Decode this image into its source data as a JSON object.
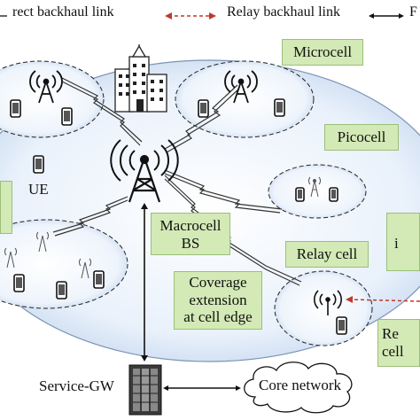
{
  "legend": {
    "direct": "rect backhaul link",
    "relay": "Relay backhaul link",
    "third": "F"
  },
  "callouts": {
    "microcell": "Microcell",
    "picocell": "Picocell",
    "macrocell_line1": "Macrocell",
    "macrocell_line2": "BS",
    "relay_cell": "Relay cell",
    "coverage_line1": "Coverage",
    "coverage_line2": "extension",
    "coverage_line3": "at cell edge",
    "right_partial_1": "i",
    "right_partial_2a": "Re",
    "right_partial_2b": "cell"
  },
  "labels": {
    "ue": "UE",
    "service_gw": "Service-GW",
    "core_network": "Core network"
  },
  "colors": {
    "cell_fill": "#e3edf9",
    "callout_fill": "#d3e9b6",
    "relay_link": "#c0392b"
  }
}
